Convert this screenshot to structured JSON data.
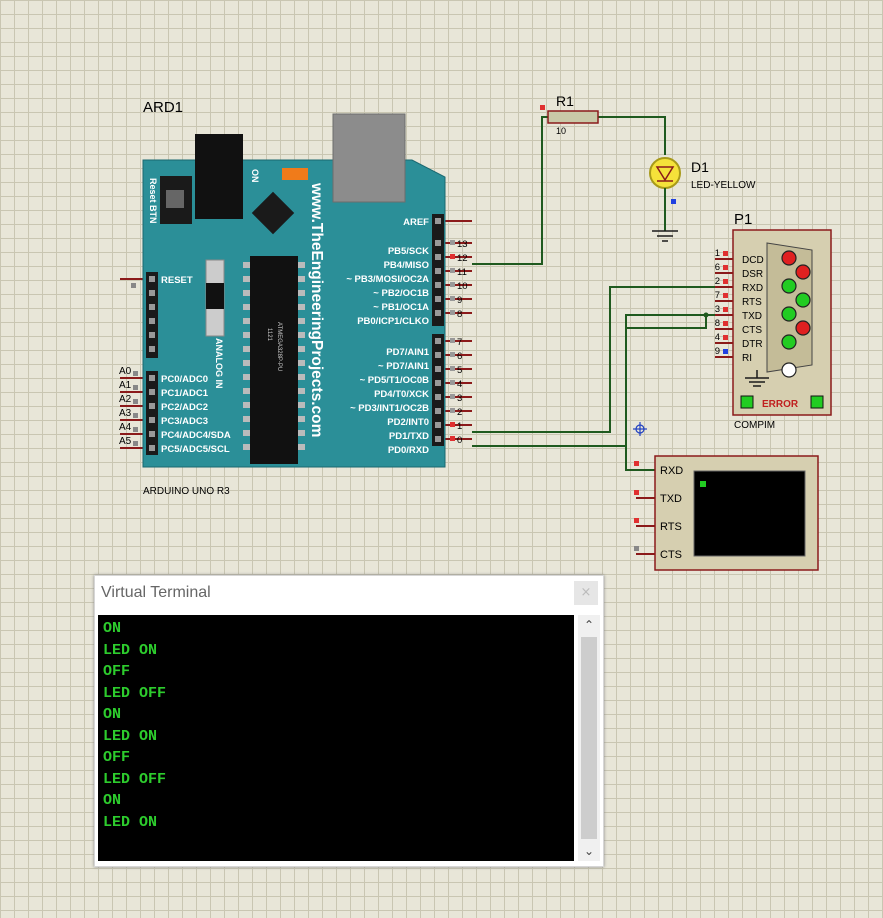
{
  "arduino": {
    "ref": "ARD1",
    "model": "ARDUINO UNO R3",
    "reset_btn": "Reset BTN",
    "on_label": "ON",
    "website": "www.TheEngineeringProjects.com",
    "chip": "ATMEGA328P-PU",
    "chip_code": "1121",
    "analog_in": "ANALOG IN",
    "reset_label": "RESET",
    "aref": "AREF",
    "left_pins": [
      {
        "num": "A0",
        "label": "PC0/ADC0"
      },
      {
        "num": "A1",
        "label": "PC1/ADC1"
      },
      {
        "num": "A2",
        "label": "PC2/ADC2"
      },
      {
        "num": "A3",
        "label": "PC3/ADC3"
      },
      {
        "num": "A4",
        "label": "PC4/ADC4/SDA"
      },
      {
        "num": "A5",
        "label": "PC5/ADC5/SCL"
      }
    ],
    "right_pins_top": [
      {
        "num": "13",
        "label": "PB5/SCK"
      },
      {
        "num": "12",
        "label": "PB4/MISO"
      },
      {
        "num": "11",
        "label": "~ PB3/MOSI/OC2A"
      },
      {
        "num": "10",
        "label": "~ PB2/OC1B"
      },
      {
        "num": "9",
        "label": "~ PB1/OC1A"
      },
      {
        "num": "8",
        "label": "PB0/ICP1/CLKO"
      }
    ],
    "right_pins_bottom": [
      {
        "num": "7",
        "label": "PD7/AIN1"
      },
      {
        "num": "6",
        "label": "~ PD7/AIN1"
      },
      {
        "num": "5",
        "label": "~ PD5/T1/OC0B"
      },
      {
        "num": "4",
        "label": "PD4/T0/XCK"
      },
      {
        "num": "3",
        "label": "~ PD3/INT1/OC2B"
      },
      {
        "num": "2",
        "label": "PD2/INT0"
      },
      {
        "num": "1",
        "label": "PD1/TXD"
      },
      {
        "num": "0",
        "label": "PD0/RXD"
      }
    ]
  },
  "resistor": {
    "ref": "R1",
    "value": "10"
  },
  "led": {
    "ref": "D1",
    "value": "LED-YELLOW"
  },
  "compim": {
    "ref": "P1",
    "model": "COMPIM",
    "error": "ERROR",
    "pins": [
      {
        "num": "1",
        "label": "DCD",
        "led": "#e02020"
      },
      {
        "num": "6",
        "label": "DSR",
        "led": "#e02020"
      },
      {
        "num": "2",
        "label": "RXD",
        "led": "#22cc22"
      },
      {
        "num": "7",
        "label": "RTS",
        "led": "#22cc22"
      },
      {
        "num": "3",
        "label": "TXD",
        "led": "#22cc22"
      },
      {
        "num": "8",
        "label": "CTS",
        "led": "#e02020"
      },
      {
        "num": "4",
        "label": "DTR",
        "led": "#22cc22"
      },
      {
        "num": "9",
        "label": "RI",
        "led": "#ffffff"
      }
    ]
  },
  "terminal_device": {
    "pins": [
      "RXD",
      "TXD",
      "RTS",
      "CTS"
    ]
  },
  "virtual_terminal": {
    "title": "Virtual Terminal",
    "close": "×",
    "lines": [
      "ON",
      "LED ON",
      "OFF",
      "LED OFF",
      "ON",
      "LED ON",
      "OFF",
      "LED OFF",
      "ON",
      "LED ON"
    ]
  },
  "colors": {
    "board": "#2b8f98",
    "wire": "#1f5a1f",
    "pin": "#8b1a1a"
  }
}
